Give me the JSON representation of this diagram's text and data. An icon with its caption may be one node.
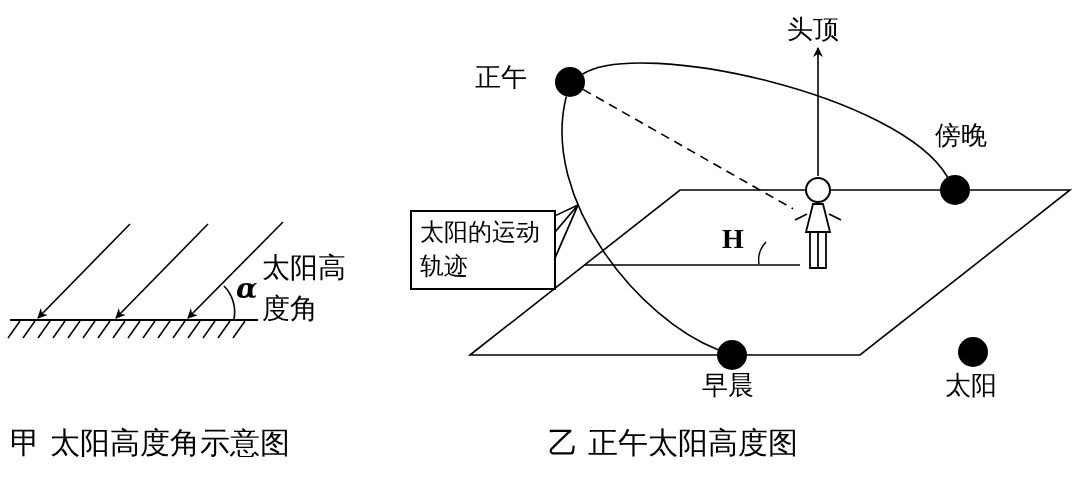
{
  "diagram": {
    "nodes": [
      {
        "text": [],
        "shape": "circle",
        "beside": [
          "正午"
        ]
      },
      {
        "text": [
          "头顶"
        ]
      },
      {
        "text": [],
        "shape": "circle",
        "beside": [
          "傍晚"
        ]
      },
      {
        "text": [
          "太阳的运动轨迹"
        ]
      },
      {
        "text": [],
        "shape": "person"
      },
      {
        "text": [],
        "shape": "circle",
        "beside": [
          "早晨"
        ]
      },
      {
        "text": [],
        "shape": "circle",
        "beside": [
          "太阳"
        ]
      }
    ],
    "edges": [
      {
        "from": 4,
        "to": 1,
        "arrow": "to"
      },
      {
        "from": 0,
        "to": 4,
        "arrow": "none",
        "style": "dashed"
      },
      {
        "from": 3,
        "to": null,
        "arrow": "none"
      },
      {
        "from": 0,
        "to": 2,
        "arrow": "none"
      },
      {
        "from": 0,
        "to": 5,
        "arrow": "none"
      }
    ],
    "labels": [
      "α",
      "太阳高度角",
      "H",
      "甲 太阳高度角示意图",
      "乙 正午太阳高度图"
    ]
  }
}
